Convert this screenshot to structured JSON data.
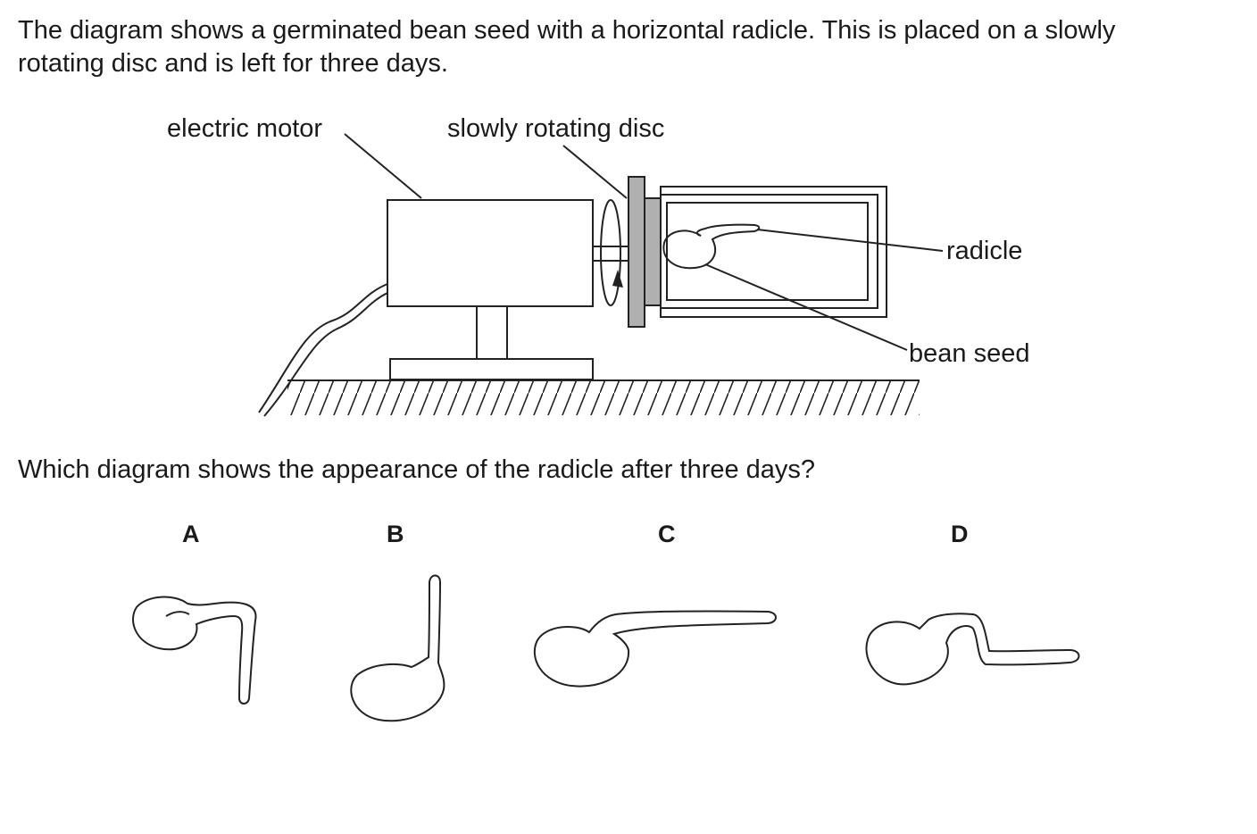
{
  "question": {
    "intro_line1": "The diagram shows a germinated bean seed with a horizontal radicle. This is placed on a slowly",
    "intro_line2": "rotating disc and is left for three days.",
    "prompt": "Which diagram shows the appearance of the radicle after three days?"
  },
  "diagram": {
    "labels": {
      "motor": "electric motor",
      "disc": "slowly rotating disc",
      "radicle": "radicle",
      "seed": "bean seed"
    }
  },
  "options": [
    {
      "letter": "A"
    },
    {
      "letter": "B"
    },
    {
      "letter": "C"
    },
    {
      "letter": "D"
    }
  ]
}
